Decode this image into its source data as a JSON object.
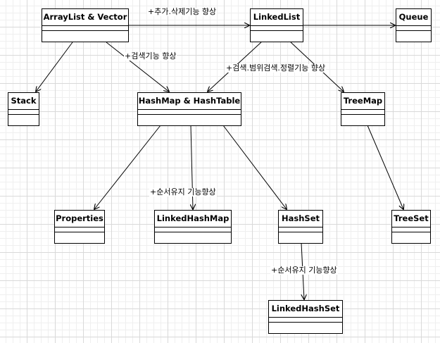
{
  "classes": {
    "arraylist_vector": "ArrayList & Vector",
    "linkedlist": "LinkedList",
    "queue": "Queue",
    "stack": "Stack",
    "hashmap_hashtable": "HashMap & HashTable",
    "treemap": "TreeMap",
    "properties": "Properties",
    "linkedhashmap": "LinkedHashMap",
    "hashset": "HashSet",
    "treeset": "TreeSet",
    "linkedhashset": "LinkedHashSet"
  },
  "labels": {
    "add_delete": "+추가.삭제기능 향상",
    "search": "+검색기능 향상",
    "search_range_sort": "+검색.범위검색.정렬기능 향상",
    "order_keep_map": "+순서유지 기능향상",
    "order_keep_set": "+순서유지 기능향상"
  }
}
